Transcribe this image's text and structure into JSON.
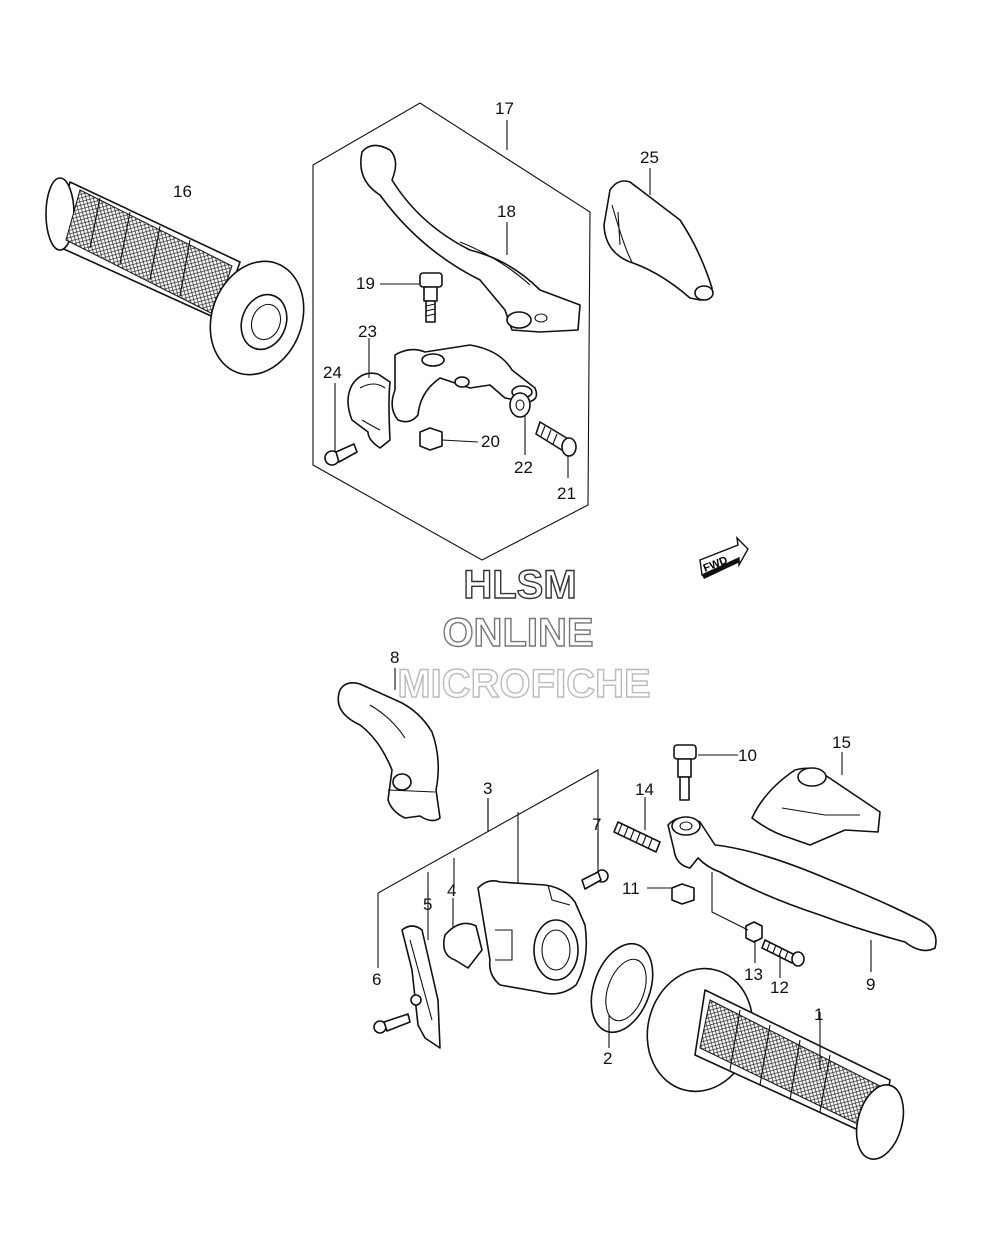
{
  "watermark": {
    "line1": "HLSM",
    "line2": "ONLINE",
    "line3": "MICROFICHE"
  },
  "fwd_badge": "FWD",
  "callouts": {
    "p1": "1",
    "p2": "2",
    "p3": "3",
    "p4": "4",
    "p5": "5",
    "p6": "6",
    "p7": "7",
    "p8": "8",
    "p9": "9",
    "p10": "10",
    "p11": "11",
    "p12": "12",
    "p13": "13",
    "p14": "14",
    "p15": "15",
    "p16": "16",
    "p17": "17",
    "p18": "18",
    "p19": "19",
    "p20": "20",
    "p21": "21",
    "p22": "22",
    "p23": "23",
    "p24": "24",
    "p25": "25"
  }
}
